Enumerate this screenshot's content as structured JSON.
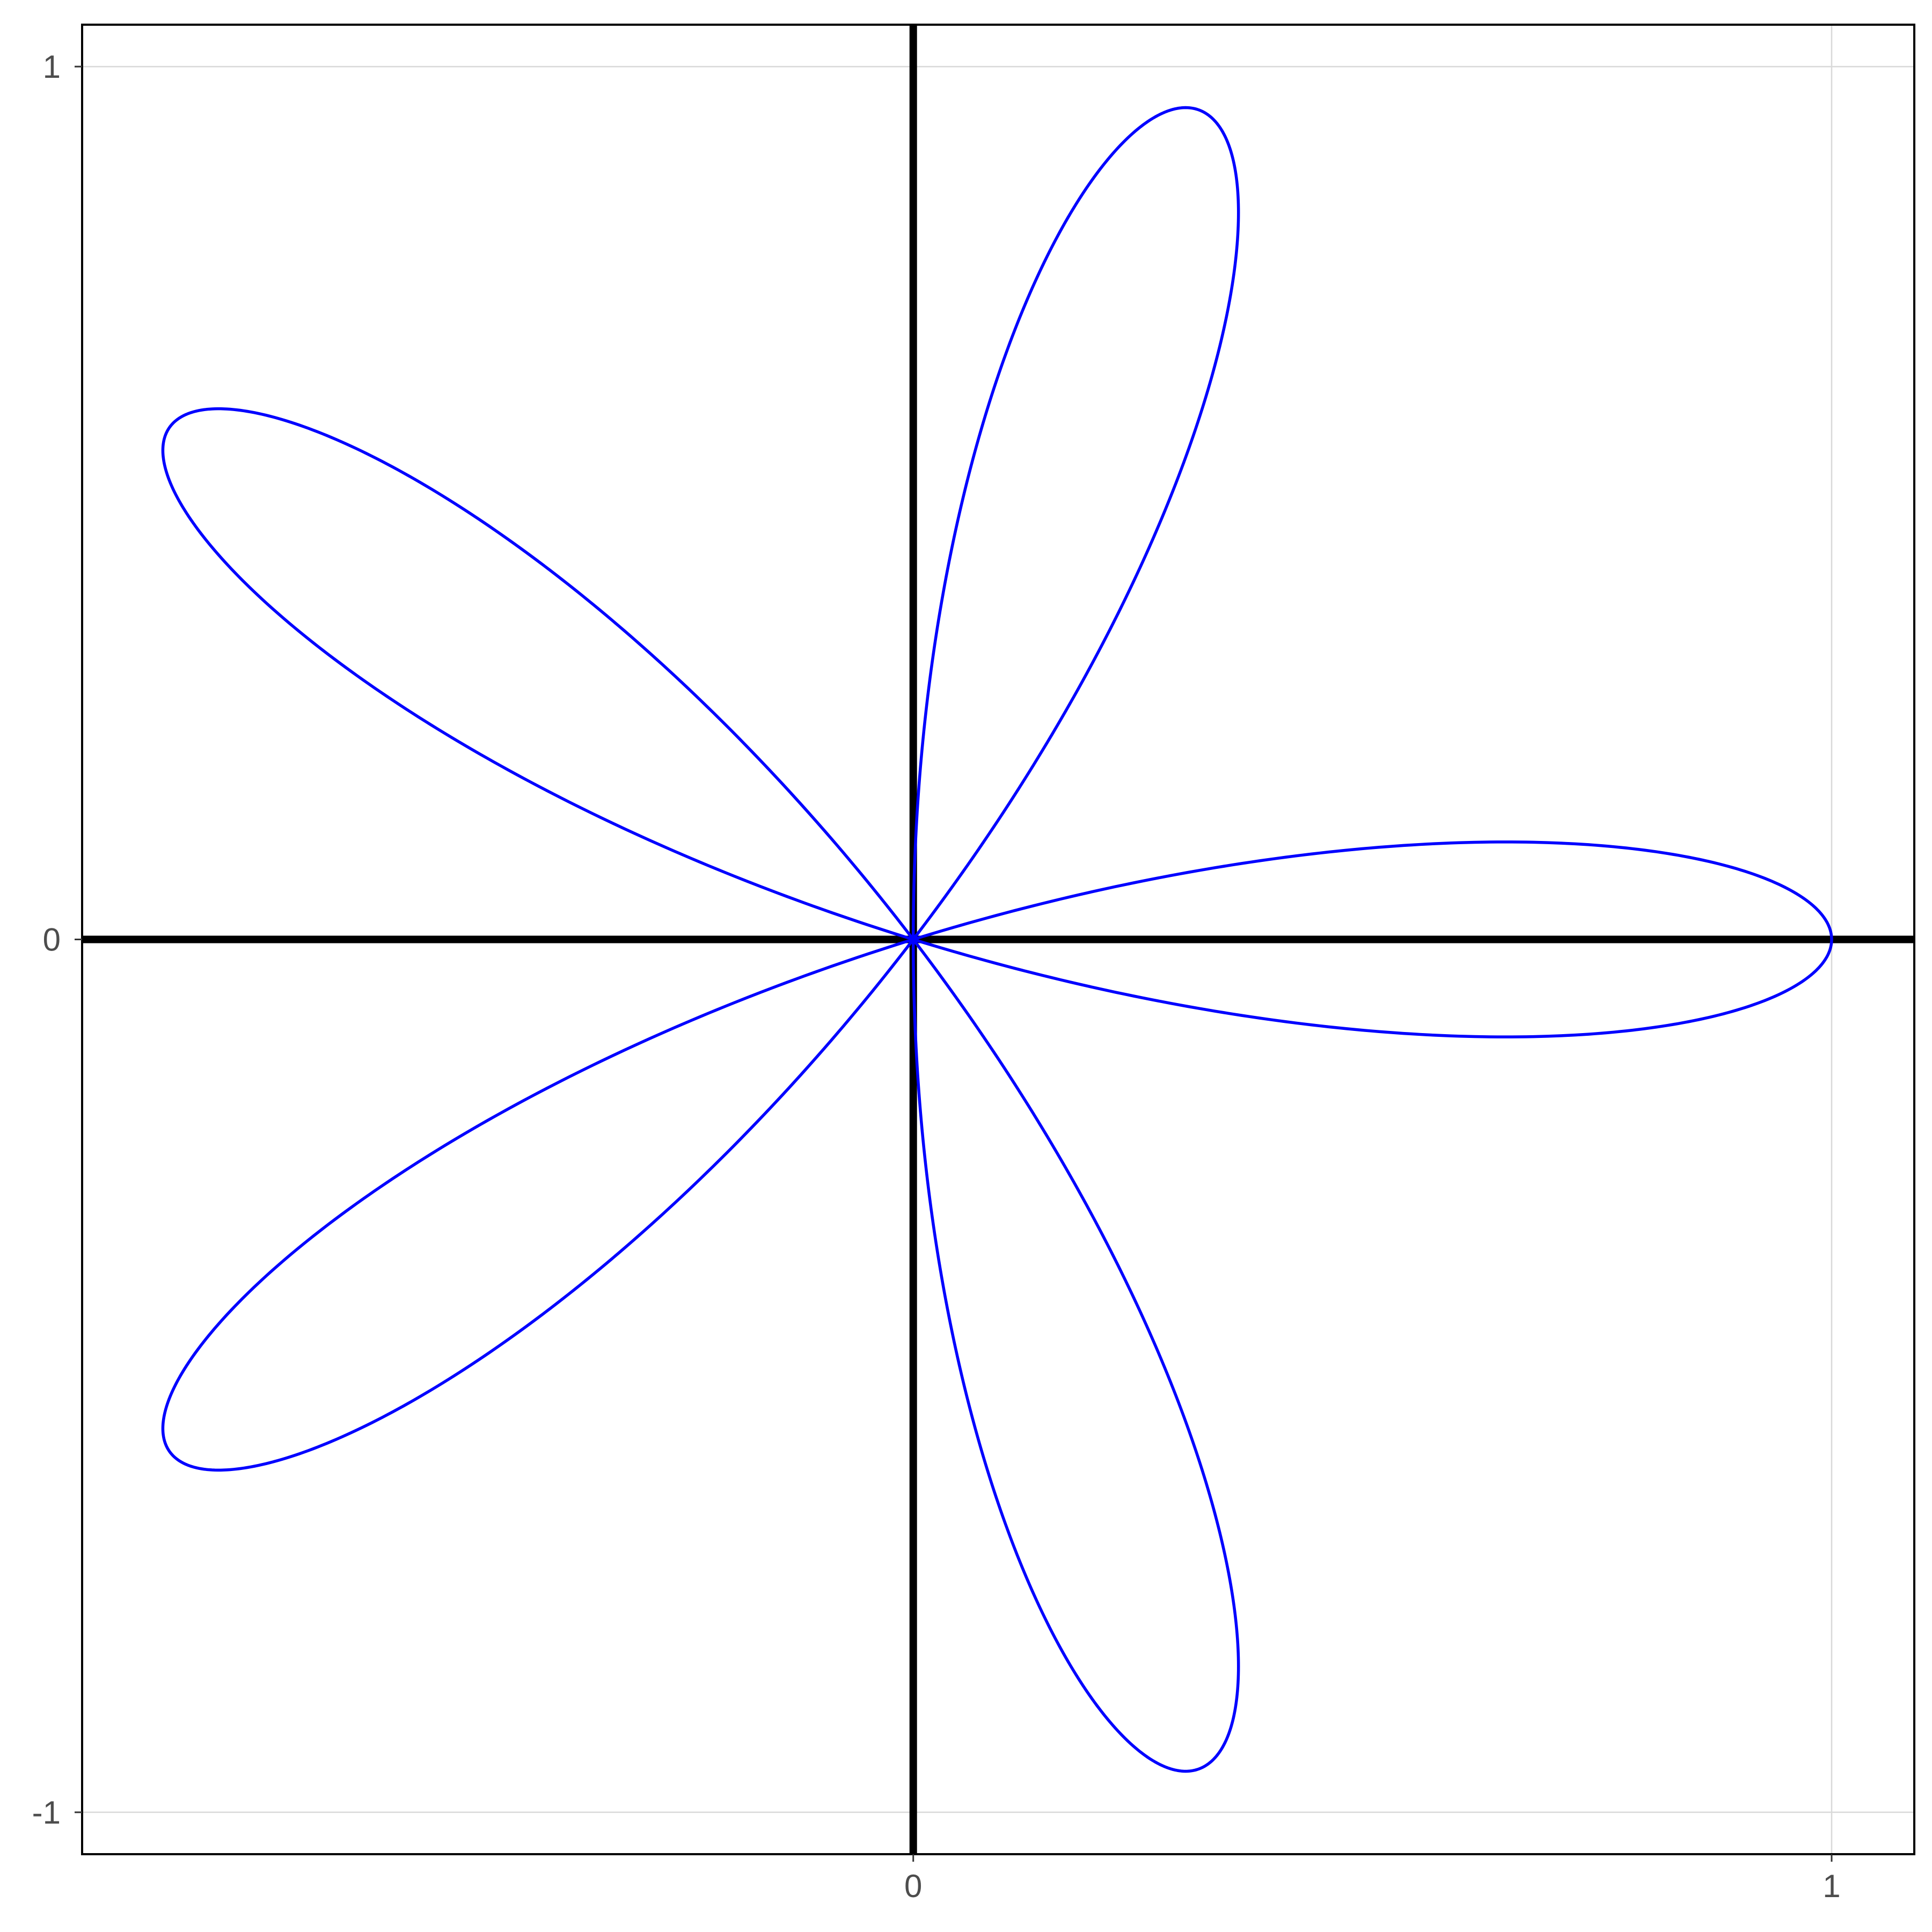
{
  "chart_data": {
    "type": "line",
    "title": "",
    "xlabel": "",
    "ylabel": "",
    "xlim": [
      -0.905,
      1.09
    ],
    "ylim": [
      -1.048,
      1.048
    ],
    "grid": true,
    "x_ticks": [
      {
        "value": 0,
        "label": "0"
      },
      {
        "value": 1,
        "label": "1"
      }
    ],
    "y_ticks": [
      {
        "value": 1,
        "label": "1"
      },
      {
        "value": 0,
        "label": "0"
      },
      {
        "value": -1,
        "label": "-1"
      }
    ],
    "reference_lines": {
      "x": 0,
      "y": 0,
      "color": "#000000"
    },
    "series": [
      {
        "curve": "rose",
        "equation_r": "cos(5θ)",
        "petals": 5,
        "theta_range": [
          0,
          3.14159265
        ],
        "color": "#0000ff"
      }
    ],
    "colors": {
      "background": "#ffffff",
      "grid": "#d9d9d9",
      "frame": "#000000",
      "axis_text": "#4d4d4d"
    }
  }
}
